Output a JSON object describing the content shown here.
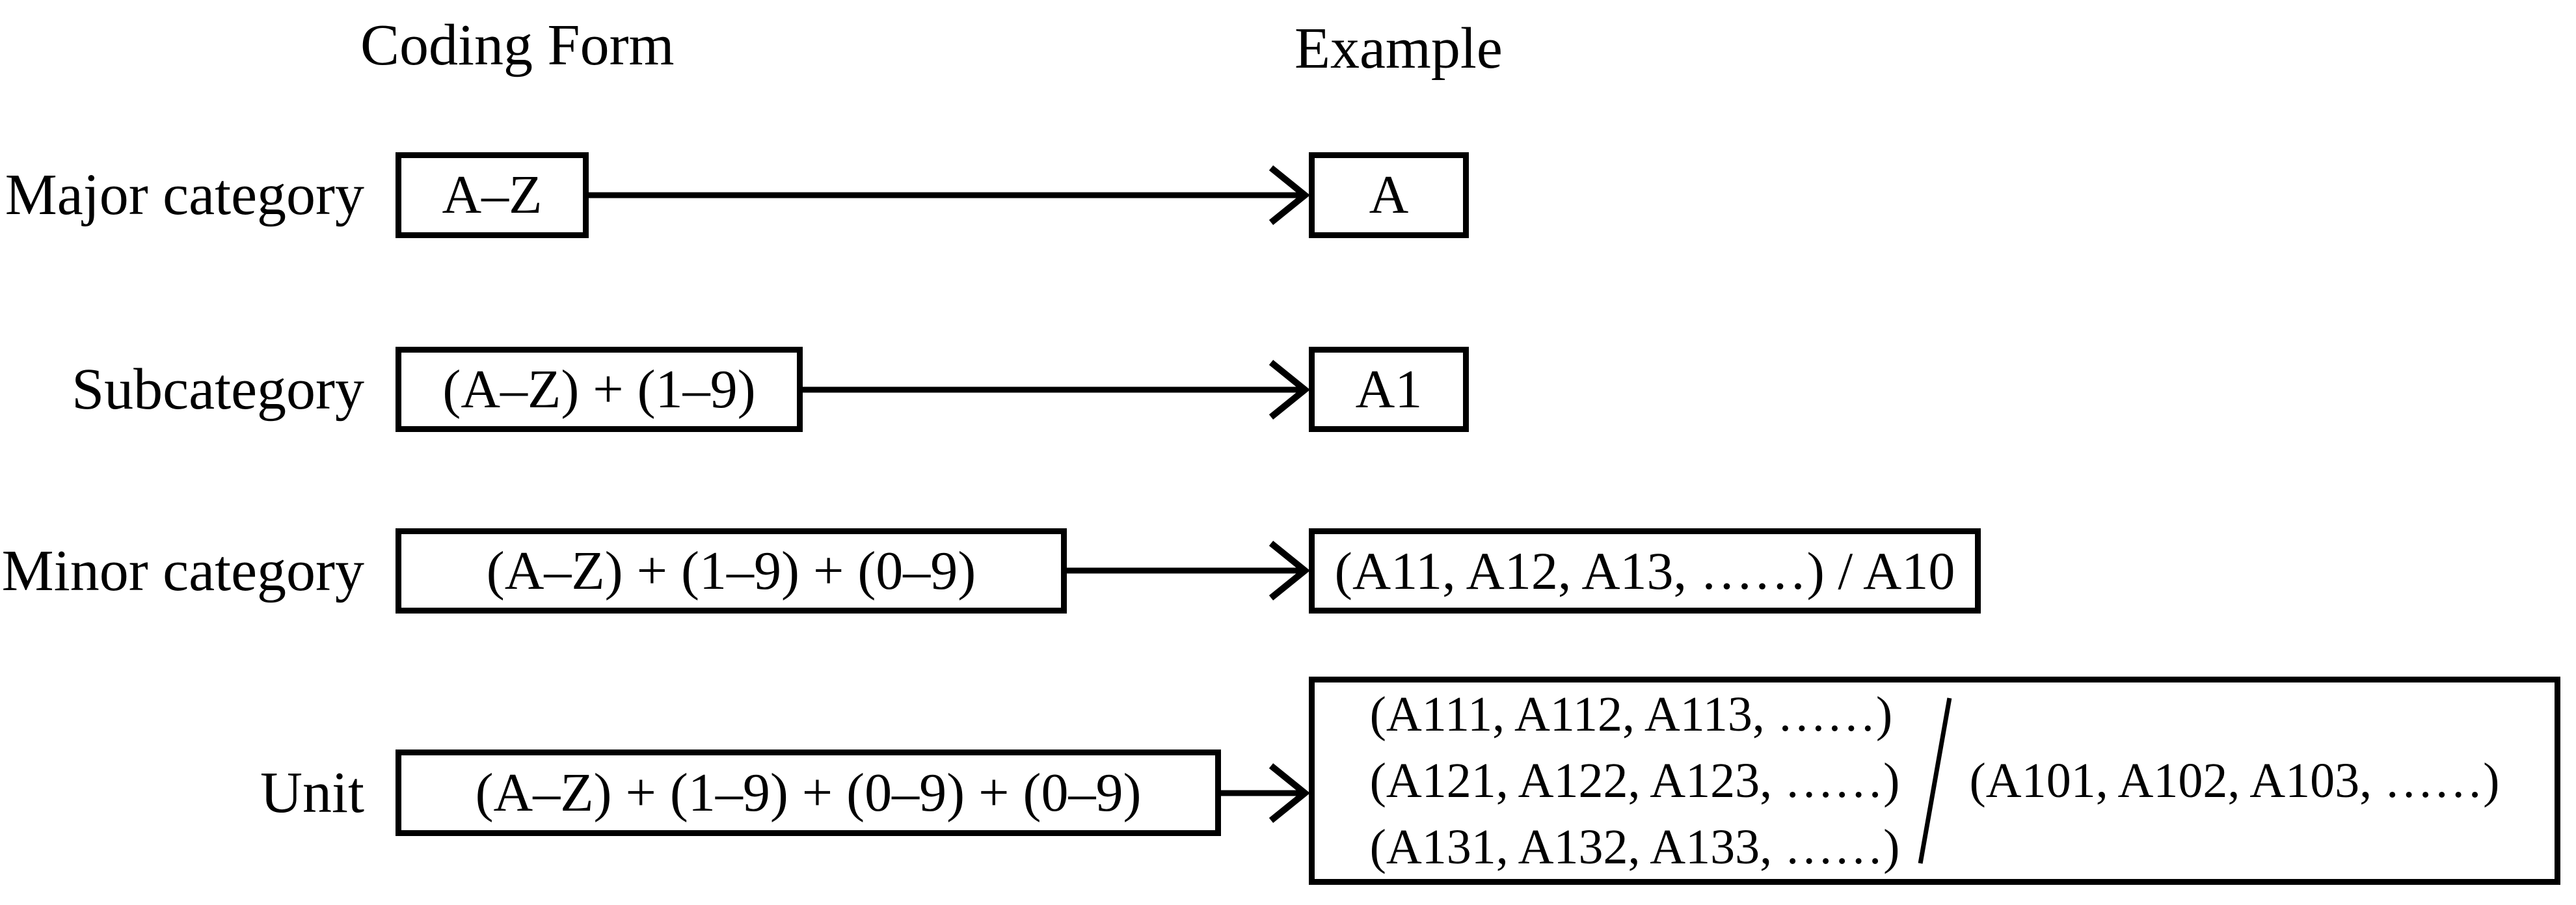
{
  "figure": {
    "type": "diagram",
    "description_visible_text_only": true
  },
  "headers": {
    "coding_form": "Coding Form",
    "example": "Example"
  },
  "rows": [
    {
      "label": "Major category",
      "coding_form": "A–Z",
      "example": "A"
    },
    {
      "label": "Subcategory",
      "coding_form": "(A–Z) + (1–9)",
      "example": "A1"
    },
    {
      "label": "Minor category",
      "coding_form": "(A–Z) + (1–9) + (0–9)",
      "example": "(A11, A12, A13, ……) / A10"
    },
    {
      "label": "Unit",
      "coding_form": "(A–Z) + (1–9) + (0–9) + (0–9)",
      "example": {
        "group_lines": [
          "(A111, A112, A113, ……)",
          "(A121, A122, A123, ……)",
          "(A131, A132, A133, ……)"
        ],
        "separator": "/",
        "alternative": "(A101, A102, A103, ……)"
      }
    }
  ],
  "icons": {
    "arrow": "open-chevron-right-arrow"
  },
  "colors": {
    "ink": "#000000",
    "background": "#ffffff"
  }
}
